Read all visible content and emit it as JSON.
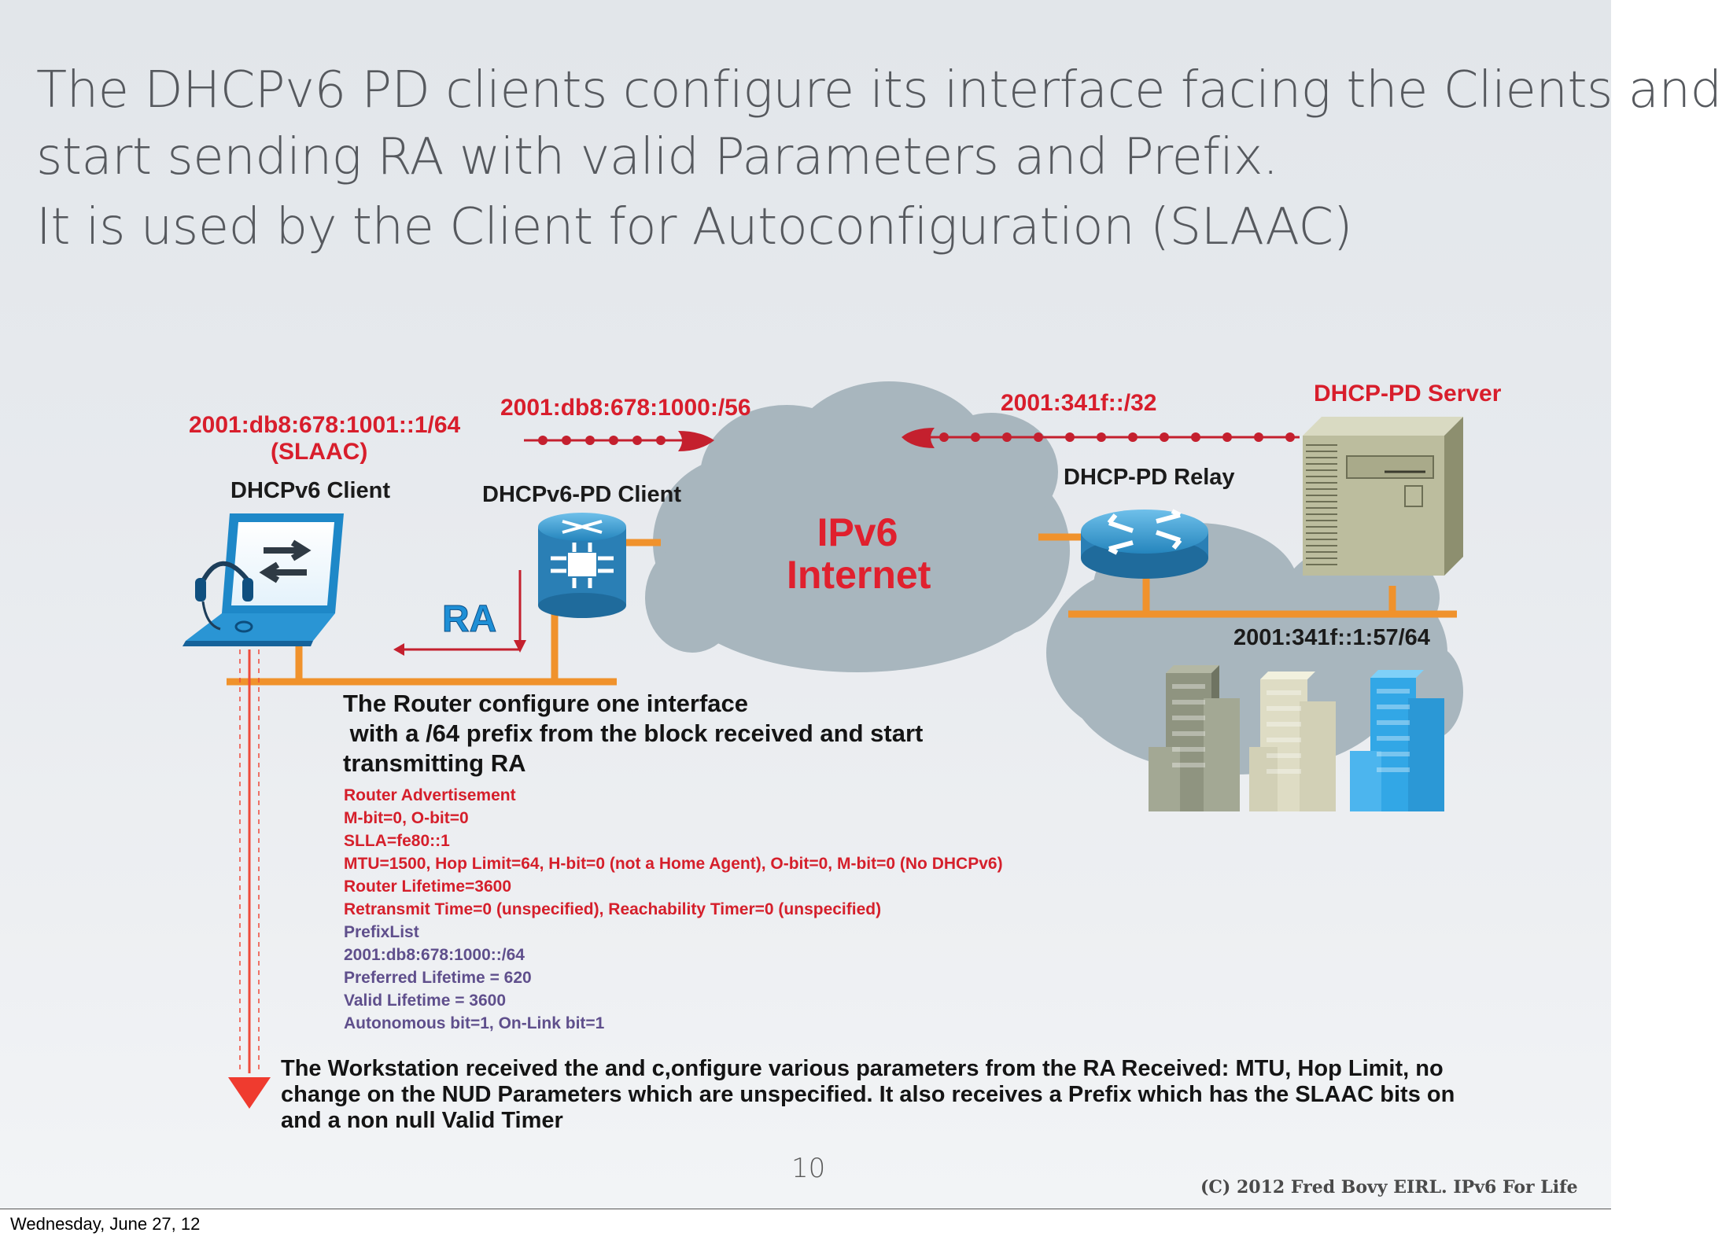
{
  "title": {
    "line1": "The DHCPv6 PD clients configure its interface facing the Clients and",
    "line2": "start sending RA with valid Parameters and Prefix.",
    "line3": "It is used by the Client for Autoconfiguration (SLAAC)"
  },
  "diagram": {
    "client_address": "2001:db8:678:1001::1/64",
    "client_address_note": "(SLAAC)",
    "pd_client_prefix": "2001:db8:678:1000:/56",
    "relay_prefix": "2001:341f::/32",
    "server_subnet": "2001:341f::1:57/64",
    "labels": {
      "dhcpv6_client": "DHCPv6 Client",
      "dhcpv6_pd_client": "DHCPv6-PD Client",
      "dhcp_pd_relay": "DHCP-PD Relay",
      "dhcp_pd_server": "DHCP-PD Server",
      "cloud_line1": "IPv6",
      "cloud_line2": "Internet",
      "ra_label": "RA"
    },
    "colors": {
      "accent_red": "#d81e2c",
      "link_orange": "#f0922c",
      "cloud": "#a8b6be",
      "router_blue": "#2a8cc0",
      "ra_blue_text": "#5f4f8c"
    },
    "router_description": {
      "line1": "The Router configure one interface",
      "line2": " with a /64 prefix from the block received and start",
      "line3": "transmitting RA"
    },
    "ra_fields": [
      {
        "text": "Router Advertisement",
        "color": "red"
      },
      {
        "text": "M-bit=0, O-bit=0",
        "color": "red"
      },
      {
        "text": "SLLA=fe80::1",
        "color": "red"
      },
      {
        "text": "MTU=1500, Hop Limit=64, H-bit=0 (not a Home Agent), O-bit=0, M-bit=0 (No DHCPv6)",
        "color": "red"
      },
      {
        "text": "Router Lifetime=3600",
        "color": "red"
      },
      {
        "text": "Retransmit Time=0 (unspecified), Reachability Timer=0 (unspecified)",
        "color": "red"
      },
      {
        "text": "PrefixList",
        "color": "blue"
      },
      {
        "text": "2001:db8:678:1000::/64",
        "color": "blue"
      },
      {
        "text": "Preferred Lifetime = 620",
        "color": "blue"
      },
      {
        "text": "Valid Lifetime = 3600",
        "color": "blue"
      },
      {
        "text": "Autonomous bit=1, On-Link bit=1",
        "color": "blue"
      }
    ],
    "workstation_text": "The Workstation received the and c,onfigure various parameters from the RA Received: MTU, Hop Limit, no change on the NUD Parameters which are unspecified. It also receives a Prefix which has the SLAAC bits on and a non null Valid Timer"
  },
  "page_number": "10",
  "copyright": "(C) 2012 Fred Bovy EIRL. IPv6 For Life",
  "footer_date": "Wednesday, June 27, 12"
}
